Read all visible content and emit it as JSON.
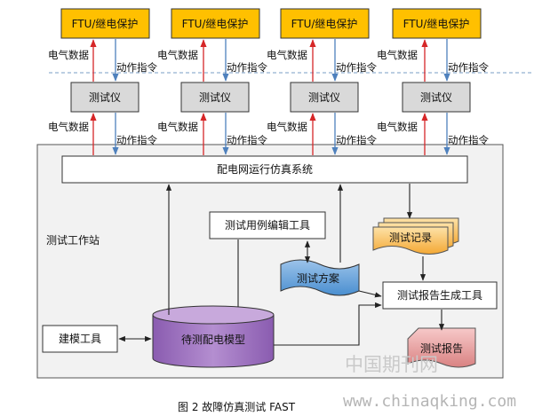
{
  "ftu_label": "FTU/继电保护",
  "tester_label": "测试仪",
  "electric_data_label": "电气数据",
  "action_command_label": "动作指令",
  "simulation_system": "配电网运行仿真系统",
  "workstation_label": "测试工作站",
  "test_case_editor": "测试用例编辑工具",
  "test_record": "测试记录",
  "test_plan": "测试方案",
  "report_tool": "测试报告生成工具",
  "modeling_tool": "建模工具",
  "model_db": "待测配电模型",
  "test_report": "测试报告",
  "watermark_cn": "中国期刊网",
  "watermark_url": "www.chinaqking.com",
  "caption": "图 2  故障仿真测试 FAST",
  "colors": {
    "ftu_fill": "#ffc000",
    "tester_fill": "#d9d9d9",
    "workstation_fill": "#f2f2f2",
    "red_arrow": "#d62728",
    "blue_arrow": "#4f81bd",
    "db_top": "#c5a8d8",
    "db_body": "#9b6fbf",
    "plan_fill": "#5b9bd5",
    "record_fill": "#f7b64a",
    "report_fill": "#e8a0a0"
  }
}
